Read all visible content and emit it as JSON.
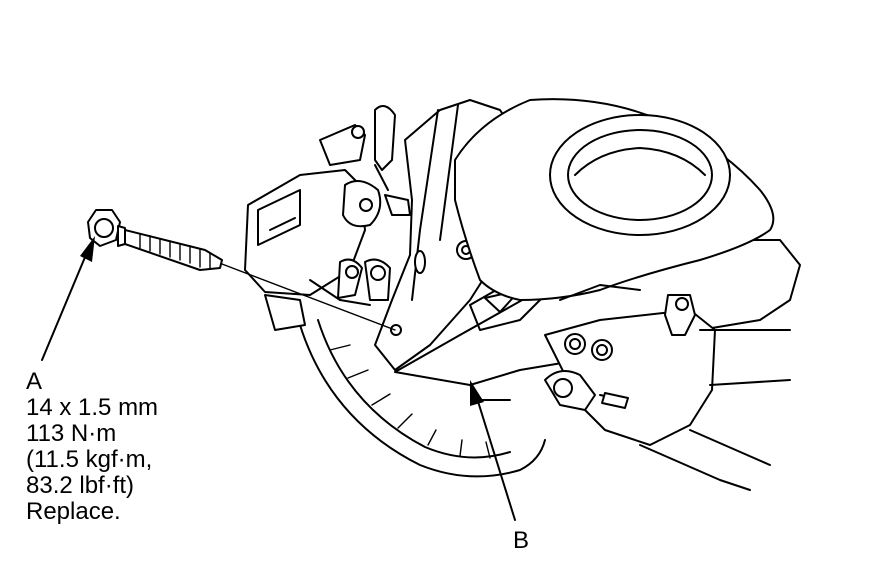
{
  "callout_a": {
    "letter": "A",
    "size": "14 x 1.5 mm",
    "torque_nm": "113 N·m",
    "torque_kgf": "(11.5 kgf·m,",
    "torque_lbf": "83.2 lbf·ft)",
    "note": "Replace."
  },
  "callout_b": {
    "letter": "B"
  }
}
